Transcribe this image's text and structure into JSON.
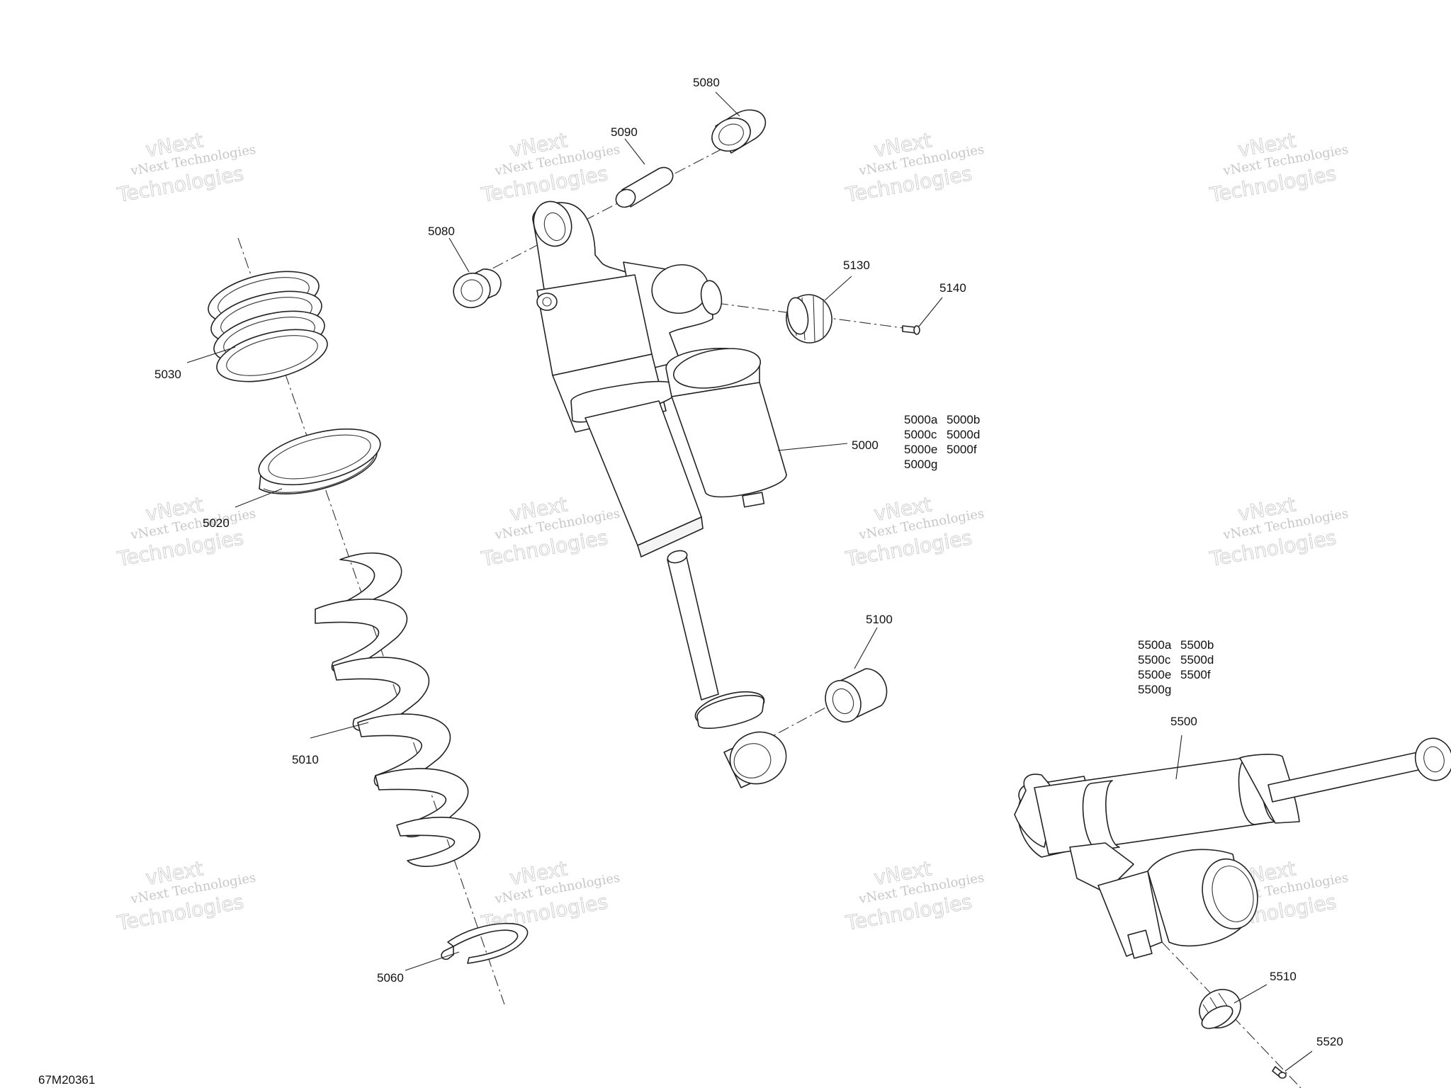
{
  "drawing_id": "67M20361",
  "watermark": {
    "line1": "vNext Technologies",
    "line2": "vNext",
    "line3": "Technologies"
  },
  "callouts": {
    "p5080a": "5080",
    "p5090": "5090",
    "p5080b": "5080",
    "p5130": "5130",
    "p5140": "5140",
    "p5030": "5030",
    "p5020": "5020",
    "p5010": "5010",
    "p5060": "5060",
    "p5000": "5000",
    "p5100": "5100",
    "p5500": "5500",
    "p5510": "5510",
    "p5520": "5520"
  },
  "variants_5000": [
    [
      "5000a",
      "5000b"
    ],
    [
      "5000c",
      "5000d"
    ],
    [
      "5000e",
      "5000f"
    ],
    [
      "5000g"
    ]
  ],
  "variants_5500": [
    [
      "5500a",
      "5500b"
    ],
    [
      "5500c",
      "5500d"
    ],
    [
      "5500e",
      "5500f"
    ],
    [
      "5500g"
    ]
  ]
}
